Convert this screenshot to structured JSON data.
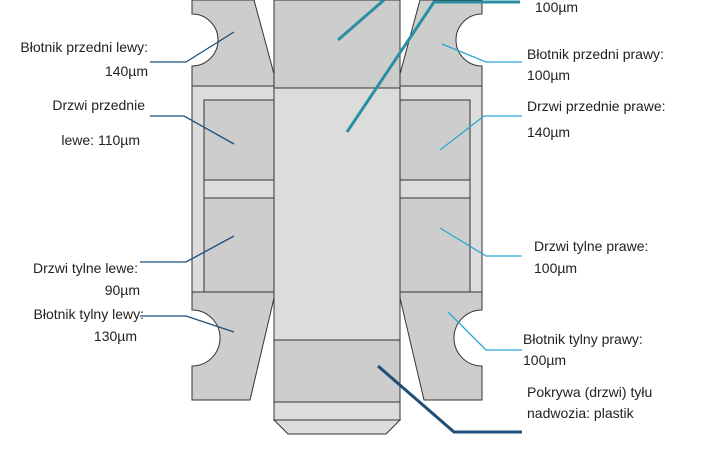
{
  "labels": {
    "top_right_value": "100µm",
    "front_left_fender_name": "Błotnik przedni lewy:",
    "front_left_fender_value": "140µm",
    "front_right_fender_name": "Błotnik przedni prawy:",
    "front_right_fender_value": "100µm",
    "front_left_door_name": "Drzwi przednie",
    "front_left_door_value": "lewe: 110µm",
    "front_right_door_name": "Drzwi przednie prawe:",
    "front_right_door_value": "140µm",
    "rear_left_door_name": "Drzwi tylne lewe:",
    "rear_left_door_value": "90µm",
    "rear_right_door_name": "Drzwi tylne prawe:",
    "rear_right_door_value": "100µm",
    "rear_left_fender_name": "Błotnik tylny lewy:",
    "rear_left_fender_value": "130µm",
    "rear_right_fender_name": "Błotnik tylny prawy:",
    "rear_right_fender_value": "100µm",
    "tailgate_line1": "Pokrywa (drzwi) tyłu",
    "tailgate_line2": "nadwozia: plastik"
  },
  "colors": {
    "body_fill": "#cdcdcd",
    "body_light": "#dcdcdc",
    "outline": "#333333",
    "leader_thin": "#2aa7d6",
    "leader_thick": "#2b8fa3",
    "leader_dark": "#1f4e79"
  }
}
